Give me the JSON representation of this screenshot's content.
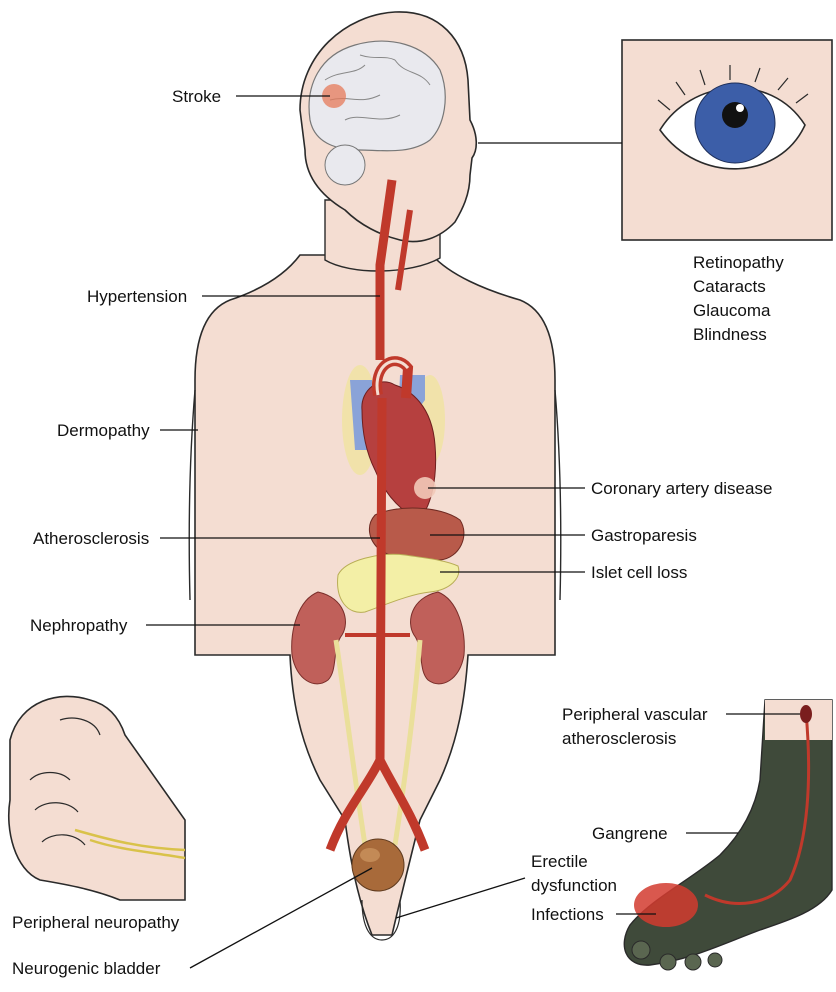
{
  "labels": {
    "stroke": "Stroke",
    "hypertension": "Hypertension",
    "dermopathy": "Dermopathy",
    "atherosclerosis": "Atherosclerosis",
    "nephropathy": "Nephropathy",
    "coronary": "Coronary artery disease",
    "gastroparesis": "Gastroparesis",
    "islet": "Islet cell loss",
    "eye_conditions": [
      "Retinopathy",
      "Cataracts",
      "Glaucoma",
      "Blindness"
    ],
    "pvd": [
      "Peripheral vascular",
      "atherosclerosis"
    ],
    "gangrene": "Gangrene",
    "erectile": [
      "Erectile",
      "dysfunction"
    ],
    "infections": "Infections",
    "peripheral_neuropathy": "Peripheral neuropathy",
    "neurogenic_bladder": "Neurogenic bladder"
  },
  "colors": {
    "skin": "#f4ddd2",
    "skin_outline": "#2a2a2a",
    "artery": "#c0392b",
    "heart": "#b6403f",
    "vein": "#8aa3d8",
    "pancreas": "#f3efa6",
    "kidney": "#c0605a",
    "ureter": "#eadf9a",
    "bladder": "#a86a3a",
    "iris": "#3c5ea8",
    "foot": "#3f4a3a",
    "infection": "#d23b2f",
    "stroke_spot": "#e67a5a",
    "brain": "#e9e9ee"
  }
}
